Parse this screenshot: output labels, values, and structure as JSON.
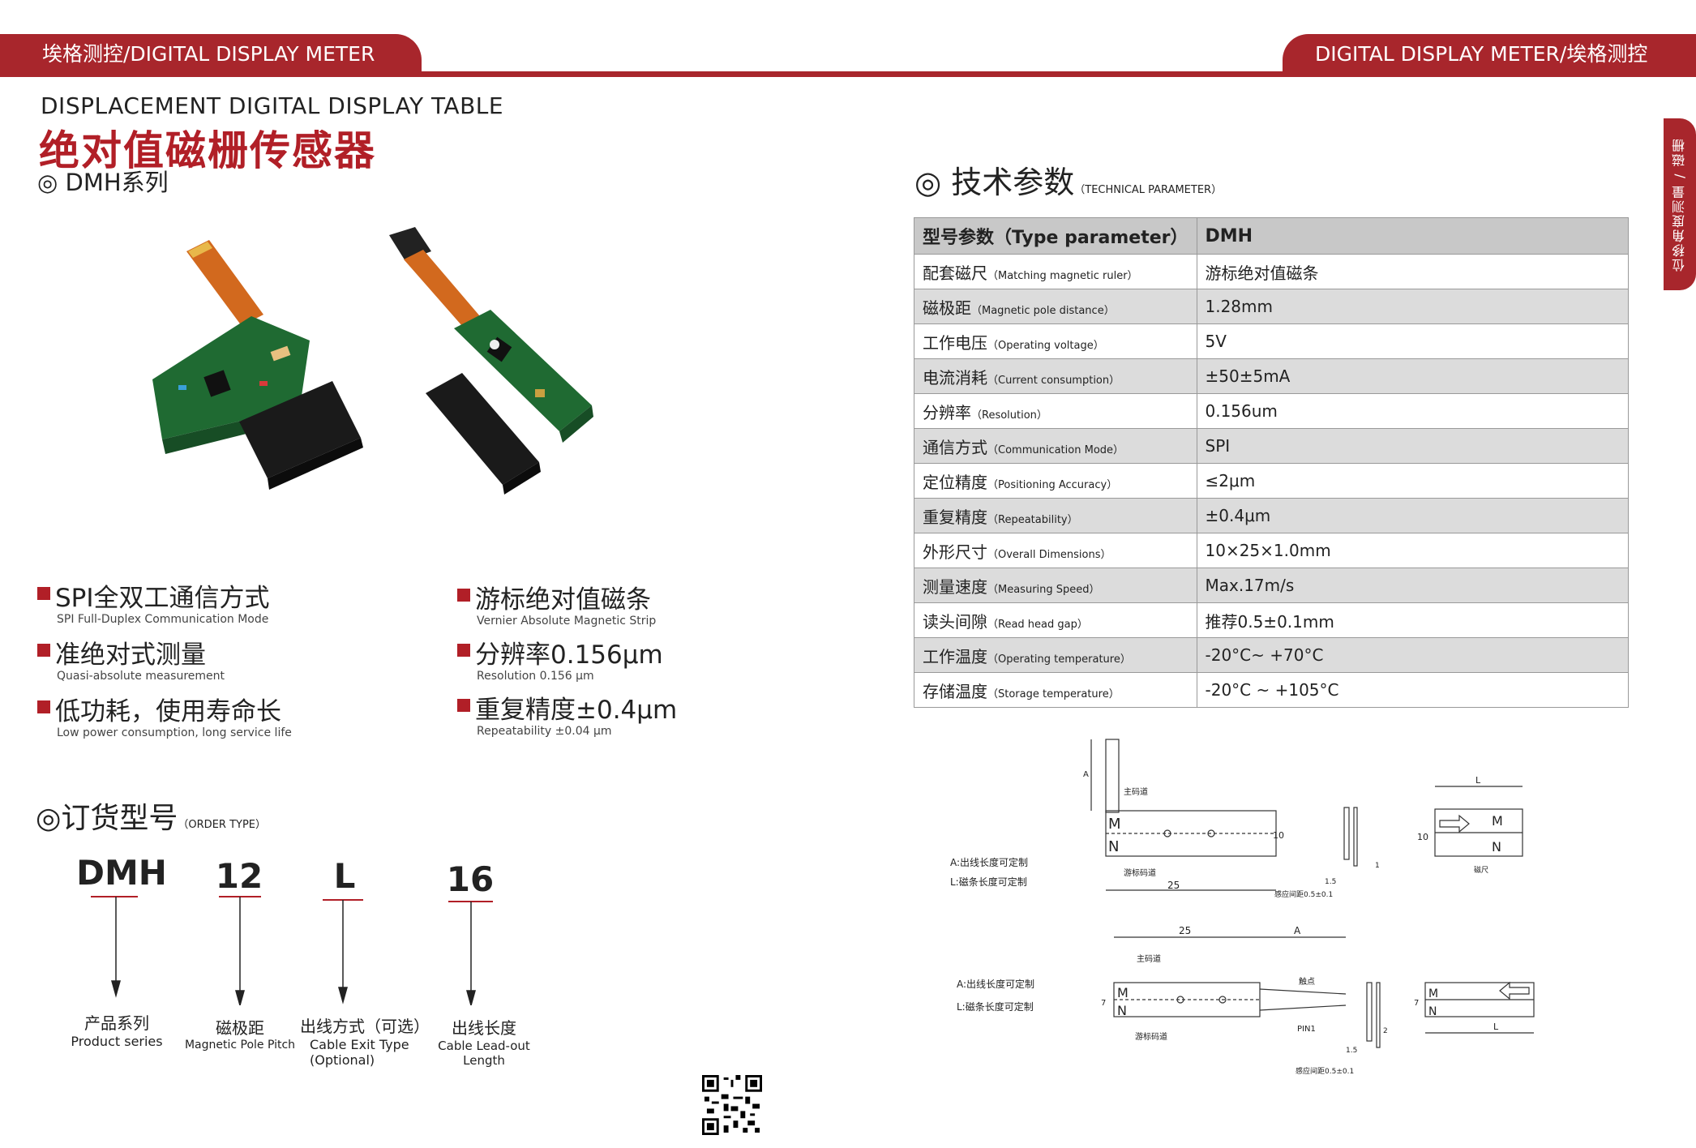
{
  "header": {
    "left_tab": "埃格测控/DIGITAL DISPLAY METER",
    "right_tab": "DIGITAL DISPLAY METER/埃格测控",
    "side_tab": "位移角度测量 / 磁栅"
  },
  "product": {
    "subtitle_en": "DISPLACEMENT DIGITAL DISPLAY TABLE",
    "title_cn": "绝对值磁栅传感器",
    "series": "◎ DMH系列"
  },
  "features": [
    {
      "cn": "SPI全双工通信方式",
      "en": "SPI Full-Duplex Communication Mode"
    },
    {
      "cn": "游标绝对值磁条",
      "en": "Vernier Absolute Magnetic Strip"
    },
    {
      "cn": "准绝对式测量",
      "en": "Quasi-absolute measurement"
    },
    {
      "cn": "分辨率0.156μm",
      "en": "Resolution 0.156 μm"
    },
    {
      "cn": "低功耗，使用寿命长",
      "en": "Low power consumption, long service life"
    },
    {
      "cn": "重复精度±0.4μm",
      "en": "Repeatability ±0.04 μm"
    }
  ],
  "order": {
    "title": "◎订货型号",
    "title_en": "（ORDER TYPE）",
    "codes": [
      "DMH",
      "12",
      "L",
      "16"
    ],
    "captions": [
      {
        "cn": "产品系列",
        "en": "Product series"
      },
      {
        "cn": "磁极距",
        "en": "Magnetic Pole Pitch"
      },
      {
        "cn": "出线方式（可选）",
        "en": "Cable Exit Type",
        "en2": "(Optional)"
      },
      {
        "cn": "出线长度",
        "en": "Cable Lead-out Length"
      }
    ]
  },
  "tech": {
    "title": "◎ 技术参数",
    "title_en": "（TECHNICAL PARAMETER）",
    "header": {
      "param": "型号参数（Type parameter）",
      "value": "DMH"
    },
    "rows": [
      {
        "cn": "配套磁尺",
        "en": "（Matching magnetic ruler）",
        "value": "游标绝对值磁条"
      },
      {
        "cn": "磁极距",
        "en": "（Magnetic pole distance）",
        "value": "1.28mm"
      },
      {
        "cn": "工作电压",
        "en": "（Operating voltage）",
        "value": "5V"
      },
      {
        "cn": "电流消耗",
        "en": "（Current consumption）",
        "value": "±50±5mA"
      },
      {
        "cn": "分辨率",
        "en": "（Resolution）",
        "value": "0.156um"
      },
      {
        "cn": "通信方式",
        "en": "（Communication Mode）",
        "value": "SPI"
      },
      {
        "cn": "定位精度",
        "en": "（Positioning Accuracy）",
        "value": "≤2μm"
      },
      {
        "cn": "重复精度",
        "en": "（Repeatability）",
        "value": "±0.4μm"
      },
      {
        "cn": "外形尺寸",
        "en": "（Overall Dimensions）",
        "value": "10×25×1.0mm"
      },
      {
        "cn": "测量速度",
        "en": "（Measuring Speed）",
        "value": "Max.17m/s"
      },
      {
        "cn": "读头间隙",
        "en": "（Read head gap）",
        "value": "推荐0.5±0.1mm"
      },
      {
        "cn": "工作温度",
        "en": "（Operating temperature）",
        "value": "-20°C~ +70°C"
      },
      {
        "cn": "存储温度",
        "en": "（Storage temperature）",
        "value": "-20°C ~ +105°C"
      }
    ]
  },
  "drawings": {
    "note_a": "A:出线长度可定制",
    "note_l": "L:磁条长度可定制",
    "main_track": "主码道",
    "vernier_track": "游标码道",
    "dim_25": "25",
    "dim_10": "10",
    "dim_a": "A",
    "dim_l": "L",
    "dim_7": "7",
    "dim_15": "1.5",
    "dim_1": "1",
    "dim_2": "2",
    "gap": "感应间距0.5±0.1",
    "pin1": "PIN1",
    "contact": "触点",
    "scale": "磁尺",
    "m": "M",
    "n": "N"
  }
}
